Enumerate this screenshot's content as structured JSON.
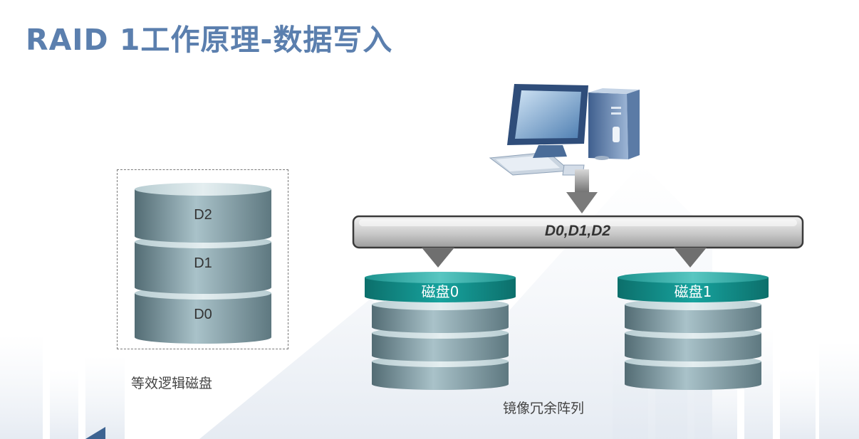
{
  "title": "RAID 1工作原理-数据写入",
  "logical_disk": {
    "segments": [
      "D2",
      "D1",
      "D0"
    ],
    "caption": "等效逻辑磁盘"
  },
  "bus": {
    "label": "D0,D1,D2"
  },
  "mirror": {
    "disks": [
      {
        "label": "磁盘0"
      },
      {
        "label": "磁盘1"
      }
    ],
    "caption": "镜像冗余阵列"
  },
  "colors": {
    "title": "#5b7fae",
    "disk_teal": "#14948f",
    "disk_slate": "#7d9aa4",
    "bus_gray": "#c8c8c8"
  },
  "icons": [
    "computer-icon",
    "down-arrow-icon"
  ]
}
